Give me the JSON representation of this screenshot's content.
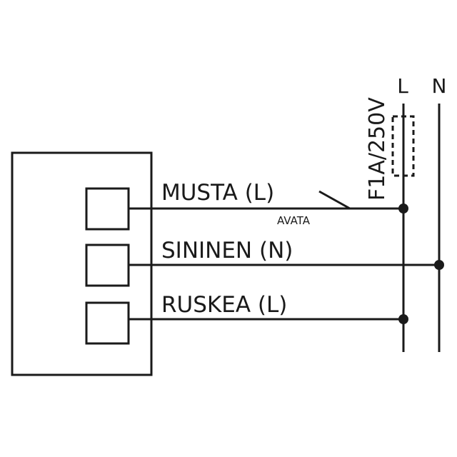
{
  "diagram": {
    "bus_lines": {
      "live": "L",
      "neutral": "N"
    },
    "fuse": {
      "rating": "F1A/250V"
    },
    "wires": [
      {
        "label": "MUSTA (L)"
      },
      {
        "label": "SININEN (N)"
      },
      {
        "label": "RUSKEA (L)"
      }
    ],
    "switch": {
      "label": "AVATA"
    }
  }
}
